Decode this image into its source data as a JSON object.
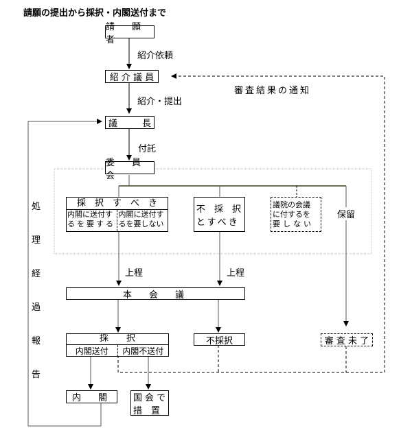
{
  "title": "請願の提出から採択・内閣送付まで",
  "nodes": {
    "petitioner": "請　願　者",
    "introducing_member": "紹 介 議 員",
    "speaker_left": "議",
    "speaker_right": "長",
    "committee": "委　員　会",
    "adopt_should": "採　択　す　べ　き",
    "adopt_send_cabinet": [
      "内閣に送付す",
      "るを要する"
    ],
    "adopt_no_send": [
      "内閣に送付す",
      "るを要しない"
    ],
    "reject_should": [
      "不　採　択",
      "とすべき"
    ],
    "no_plenary": [
      "議院の会議",
      "に付するを",
      "要しない"
    ],
    "plenary": "本　会　議",
    "adopted": "採　　択",
    "cabinet_send": "内閣送付",
    "cabinet_no_send": "内閣不送付",
    "rejected": "不採択",
    "review_incomplete": "審 査 未 了",
    "cabinet": "内　閣",
    "diet_measure": [
      "国会で",
      "措　置"
    ]
  },
  "edge_labels": {
    "request_intro": "紹介依頼",
    "intro_submit": "紹介・提出",
    "refer": "付託",
    "agenda_left": "上程",
    "agenda_right": "上程",
    "hold": "保留",
    "notify": "審査結果の通知"
  },
  "side_label": [
    "処",
    "理",
    "経",
    "過",
    "報",
    "告"
  ]
}
